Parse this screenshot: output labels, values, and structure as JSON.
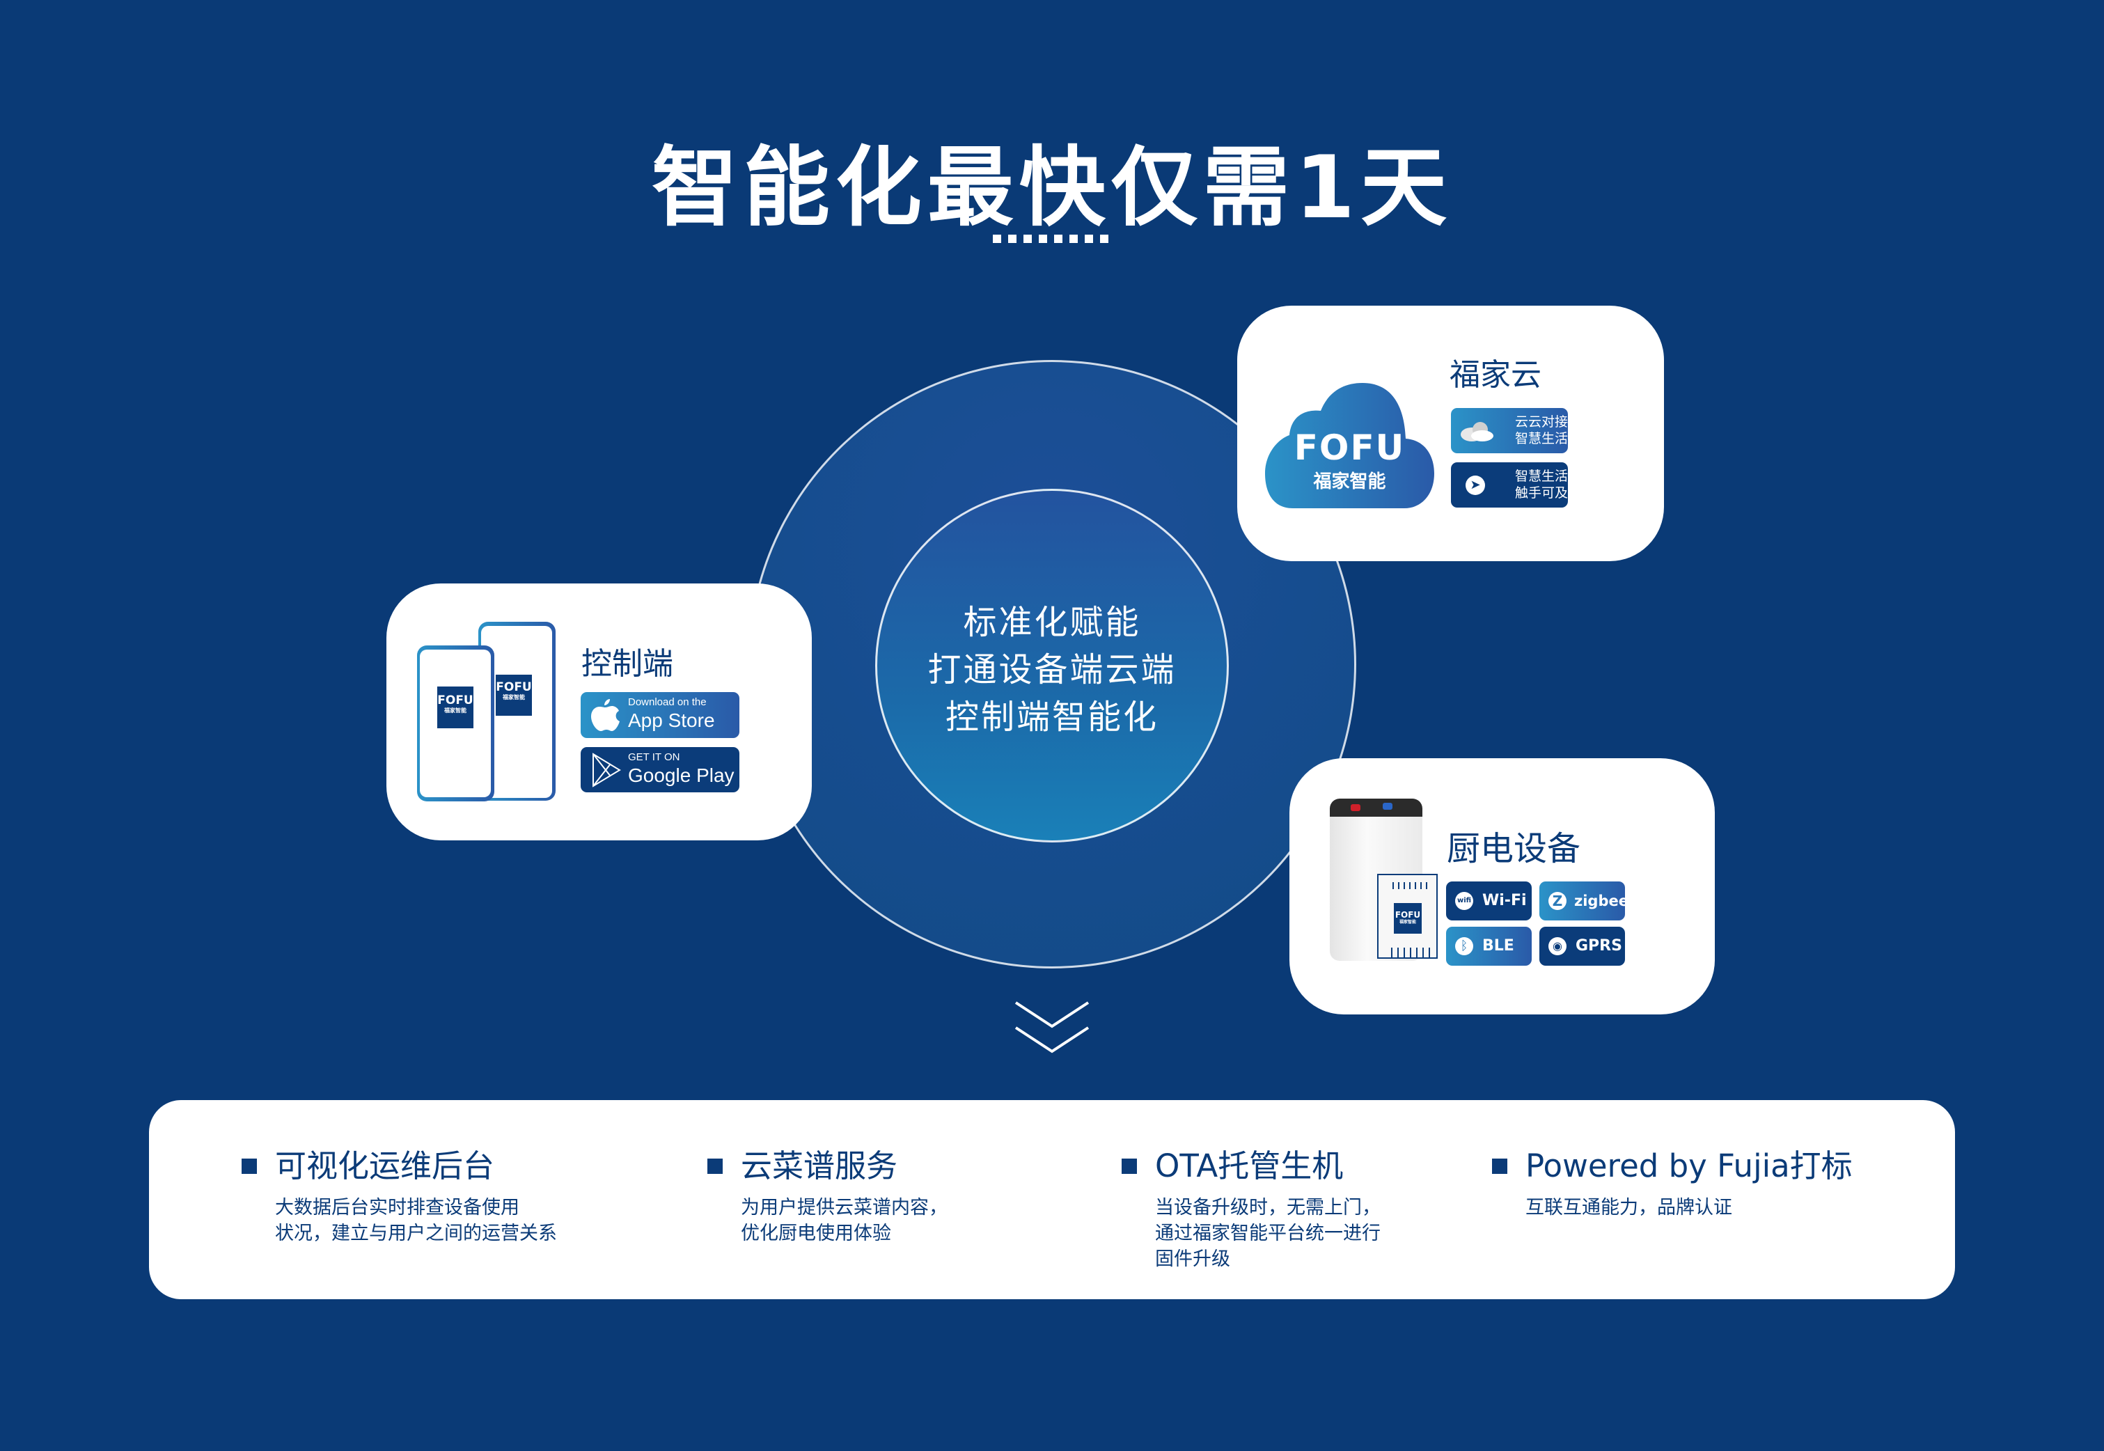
{
  "title": "智能化最快仅需1天",
  "center": {
    "lines": [
      "标准化赋能",
      "打通设备端云端",
      "控制端智能化"
    ]
  },
  "cloud_card": {
    "title": "福家云",
    "logo": {
      "brand": "FOFU",
      "sub": "福家智能"
    },
    "badges": [
      {
        "icon": "cloud-icon",
        "lines": [
          "云云对接",
          "智慧生活"
        ]
      },
      {
        "icon": "pointer-icon",
        "lines": [
          "智慧生活",
          "触手可及"
        ]
      }
    ]
  },
  "control_card": {
    "title": "控制端",
    "phone_logo": {
      "brand": "FOFU",
      "sub": "福家智能"
    },
    "app_store": {
      "small": "Download on the",
      "big": "App Store"
    },
    "google_play": {
      "small": "GET IT ON",
      "big": "Google Play"
    }
  },
  "device_card": {
    "title": "厨电设备",
    "chip_logo": {
      "brand": "FOFU",
      "sub": "福家智能"
    },
    "badges": [
      "Wi-Fi",
      "zigbee",
      "BLE",
      "GPRS"
    ]
  },
  "features": [
    {
      "title": "可视化运维后台",
      "desc": [
        "大数据后台实时排查设备使用",
        "状况，建立与用户之间的运营关系"
      ]
    },
    {
      "title": "云菜谱服务",
      "desc": [
        "为用户提供云菜谱内容，",
        "优化厨电使用体验"
      ]
    },
    {
      "title": "OTA托管生机",
      "desc": [
        "当设备升级时，无需上门，",
        "通过福家智能平台统一进行",
        "固件升级"
      ]
    },
    {
      "title": "Powered by Fujia打标",
      "desc": [
        "互联互通能力，品牌认证"
      ]
    }
  ],
  "colors": {
    "background": "#0a3a76",
    "dark_blue": "#0b3c7a",
    "gradient_start": "#2b93c8",
    "gradient_end": "#2a5aa8"
  }
}
